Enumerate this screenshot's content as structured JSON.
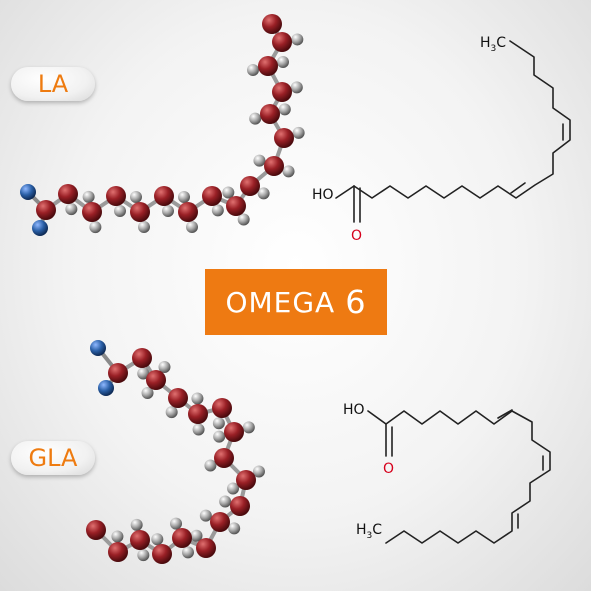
{
  "labels": {
    "la": "LA",
    "gla": "GLA",
    "banner_text": "OMEGA",
    "banner_num": "6"
  },
  "structure_text": {
    "methyl_h": "H",
    "methyl_c": "C",
    "methyl_sub": "3",
    "hydroxyl": "HO",
    "oxygen": "O"
  },
  "colors": {
    "accent": "#ee7a12",
    "carbon": "#8b1a1e",
    "hydrogen": "#9e9e9e",
    "nitrogen_blue": "#2a5fa6",
    "oxygen_red": "#d6001c"
  }
}
